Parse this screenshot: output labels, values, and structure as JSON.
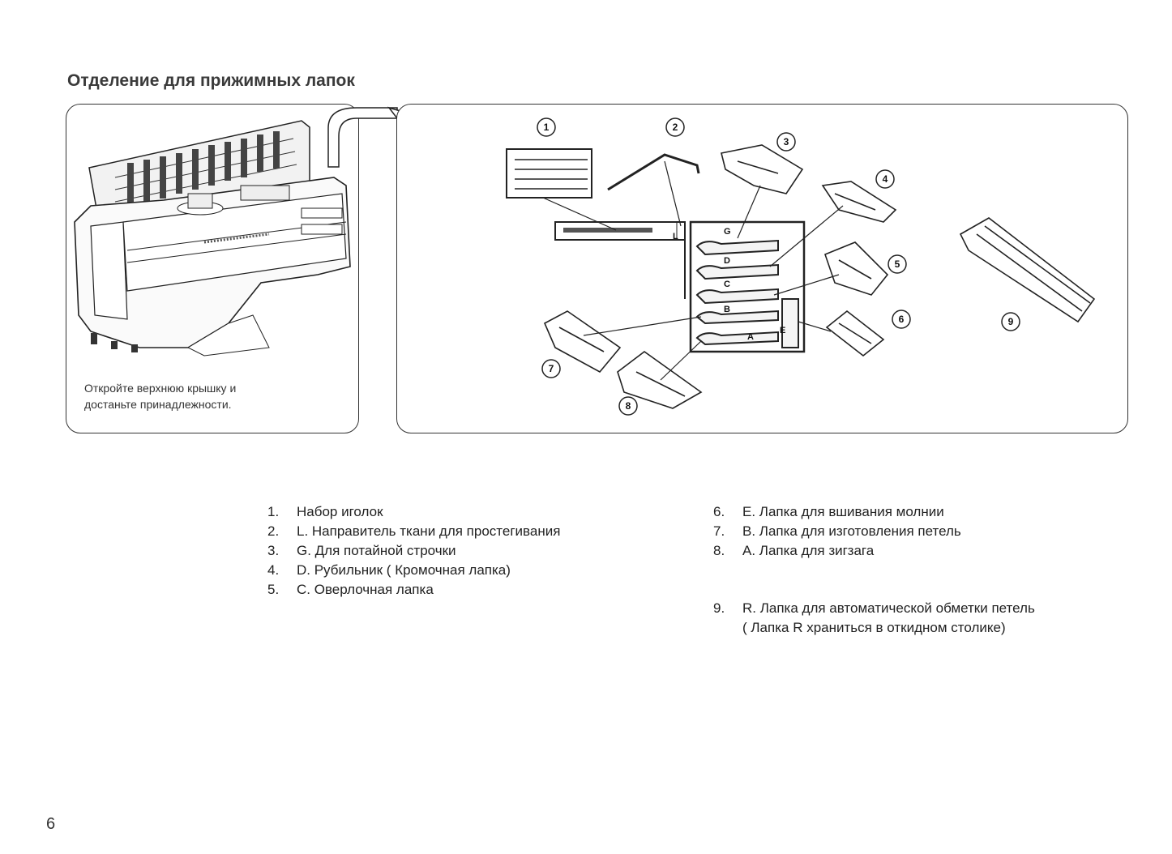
{
  "page": {
    "title": "Отделение для прижимных лапок",
    "page_number": "6"
  },
  "left_panel": {
    "caption_line1": "Откройте верхнюю крышку и",
    "caption_line2": "достаньте принадлежности."
  },
  "diagram": {
    "callouts": [
      "1",
      "2",
      "3",
      "4",
      "5",
      "6",
      "7",
      "8",
      "9"
    ],
    "tray_letters": [
      "G",
      "D",
      "C",
      "B",
      "A",
      "E",
      "L"
    ]
  },
  "legend": {
    "items": [
      {
        "num": "1.",
        "text": "Набор иголок"
      },
      {
        "num": "2.",
        "text": "L. Направитель ткани  для простегивания"
      },
      {
        "num": "3.",
        "text": "G. Для потайной строчки"
      },
      {
        "num": "4.",
        "text": "D. Рубильник ( Кромочная  лапка)"
      },
      {
        "num": "5.",
        "text": "C. Оверлочная лапка"
      },
      {
        "num": "6.",
        "text": "E. Лапка для вшивания  молнии"
      },
      {
        "num": "7.",
        "text": "B. Лапка для изготовления петель"
      },
      {
        "num": "8.",
        "text": "A. Лапка для зигзага"
      },
      {
        "num": "9.",
        "text": "R. Лапка для автоматической обметки петель"
      }
    ],
    "item9_note": "( Лапка R храниться в откидном столике)"
  }
}
